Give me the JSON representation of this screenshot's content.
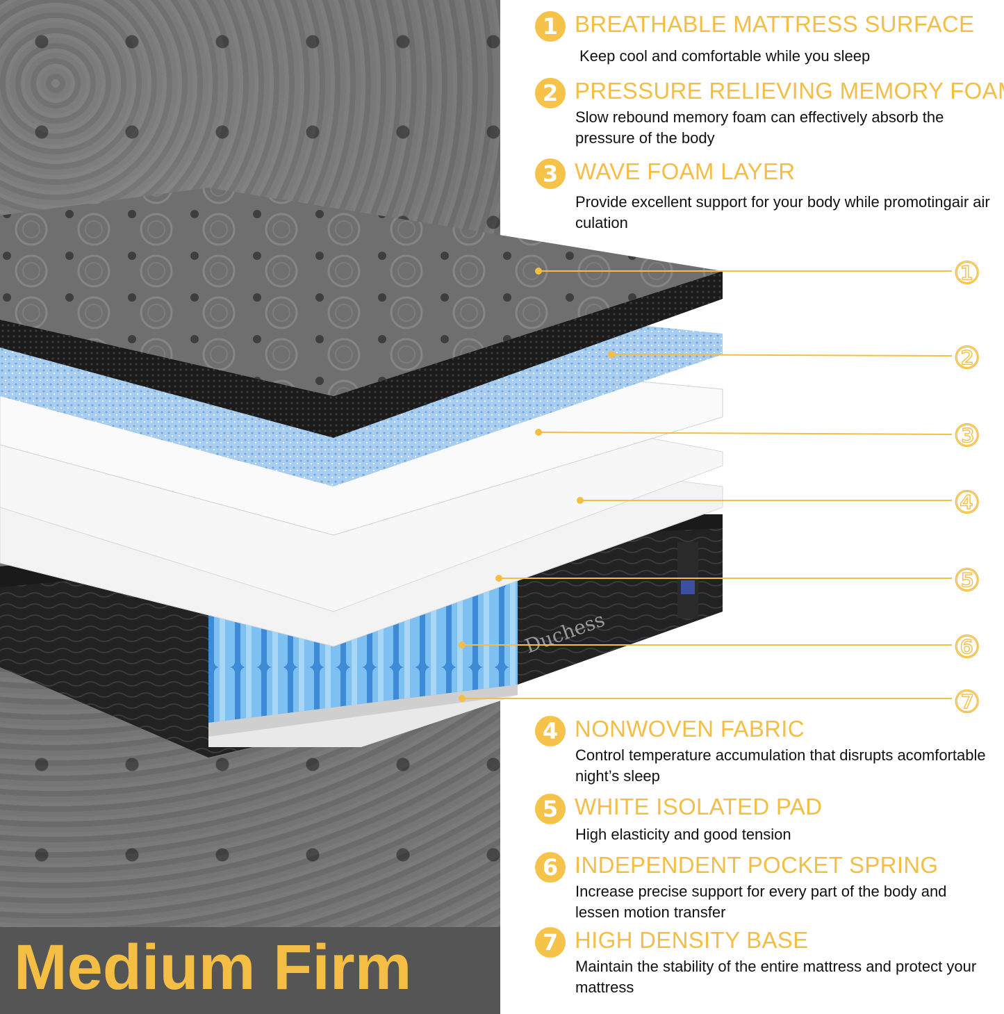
{
  "colors": {
    "accent": "#f3be43",
    "text": "#111111",
    "panel": "#6e6e6e",
    "foam_blue": "#8cc0ec"
  },
  "features": [
    {
      "number": "1",
      "title": "BREATHABLE MATTRESS SURFACE",
      "desc": "Keep cool and comfortable while you sleep"
    },
    {
      "number": "2",
      "title": "PRESSURE RELIEVING MEMORY FOAM",
      "desc": "Slow rebound memory foam can effectively absorb the pressure of the body"
    },
    {
      "number": "3",
      "title": "WAVE FOAM LAYER",
      "desc": "Provide excellent support for your body while promotingair air culation"
    },
    {
      "number": "4",
      "title": "NONWOVEN FABRIC",
      "desc": "Control temperature accumulation that disrupts acomfortable night’s sleep"
    },
    {
      "number": "5",
      "title": "WHITE ISOLATED PAD",
      "desc": "High elasticity and good tension"
    },
    {
      "number": "6",
      "title": "INDEPENDENT POCKET SPRING",
      "desc": "Increase precise support for every part of the body and lessen motion transfer"
    },
    {
      "number": "7",
      "title": "HIGH DENSITY BASE",
      "desc": "Maintain the stability of the entire mattress and protect your mattress"
    }
  ],
  "callouts": [
    "①",
    "②",
    "③",
    "④",
    "⑤",
    "⑥",
    "⑦"
  ],
  "firmness_label": "Medium Firm",
  "brand": "Duchess"
}
